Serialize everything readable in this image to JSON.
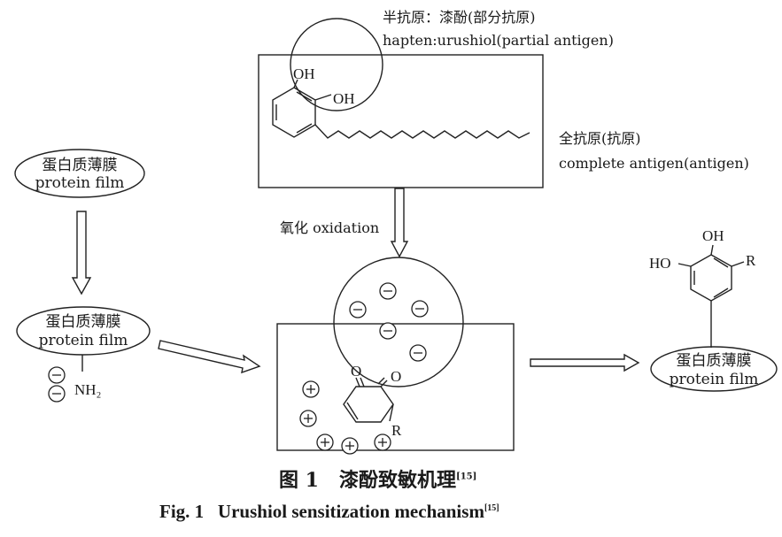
{
  "hapten": {
    "line_cn": "半抗原：漆酚(部分抗原)",
    "line_en": "hapten:urushiol(partial antigen)"
  },
  "complete_antigen": {
    "line_cn": "全抗原(抗原)",
    "line_en": "complete antigen(antigen)"
  },
  "oxidation_label": "氧化 oxidation",
  "protein_film_cn": "蛋白质薄膜",
  "protein_film_cn_alt": "蛋白质薄膜",
  "protein_film_en": "protein film",
  "chemistry": {
    "hydroxyl": "OH",
    "ho": "HO",
    "oxygen": "O",
    "r_group": "R",
    "amine": "NH₂",
    "minus": "−",
    "plus": "+"
  },
  "caption": {
    "cn_fig": "图 1",
    "cn_title": "漆酚致敏机理",
    "en_fig": "Fig. 1",
    "en_title": "Urushiol sensitization mechanism",
    "ref": "[15]"
  }
}
